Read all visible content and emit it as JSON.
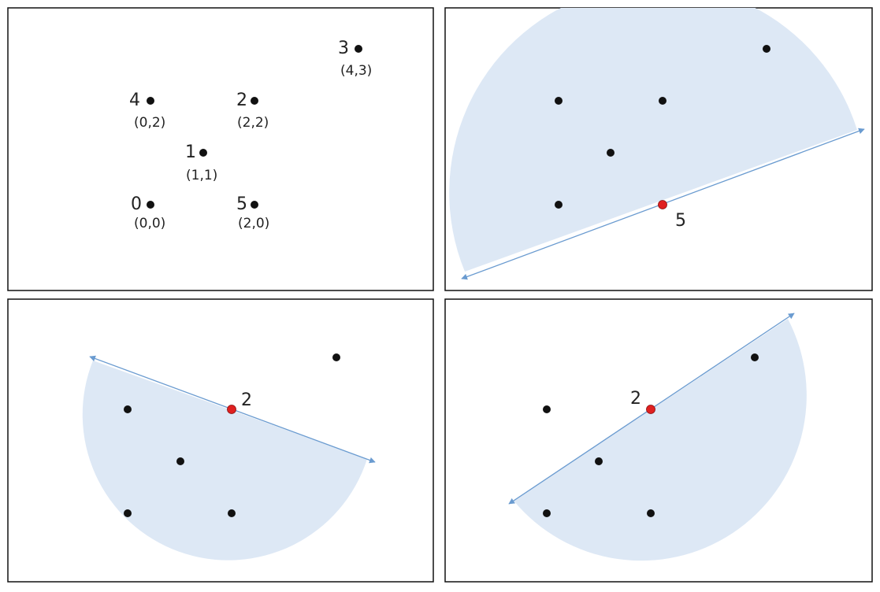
{
  "colors": {
    "point": "#111111",
    "highlight": "#e02020",
    "region": "#dde8f5",
    "line": "#6a9bd0",
    "frame": "#111111"
  },
  "panels": [
    {
      "points": [
        {
          "label": "0",
          "coord": "(0,0)"
        },
        {
          "label": "1",
          "coord": "(1,1)"
        },
        {
          "label": "2",
          "coord": "(2,2)"
        },
        {
          "label": "3",
          "coord": "(4,3)"
        },
        {
          "label": "4",
          "coord": "(0,2)"
        },
        {
          "label": "5",
          "coord": "(2,0)"
        }
      ]
    },
    {
      "highlight_label": "5"
    },
    {
      "highlight_label": "2"
    },
    {
      "highlight_label": "2"
    }
  ]
}
